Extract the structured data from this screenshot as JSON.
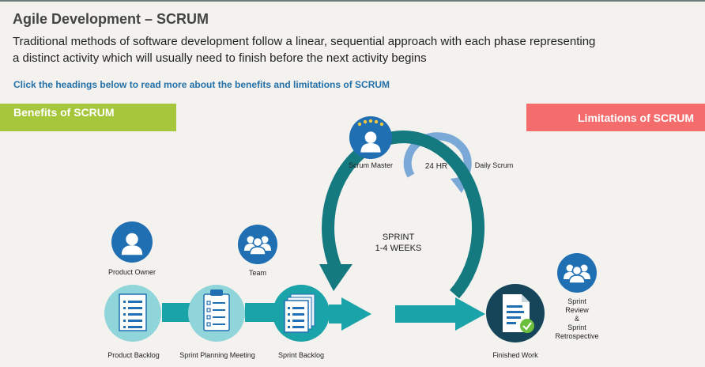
{
  "header": {
    "title": "Agile Development – SCRUM",
    "intro_line1": "Traditional methods of software development follow a linear, sequential approach with each phase representing",
    "intro_line2": "a distinct activity which will usually need to finish before the next activity begins",
    "hint": "Click the headings below to read more about the benefits and limitations of SCRUM"
  },
  "tabs": {
    "benefits": "Benefits of SCRUM",
    "limitations": "Limitations of SCRUM"
  },
  "diagram": {
    "scrum_master": "Scrum Master",
    "daily_hours": "24 HR",
    "daily_scrum": "Daily Scrum",
    "sprint_line1": "SPRINT",
    "sprint_line2": "1-4 WEEKS",
    "product_owner": "Product Owner",
    "team": "Team",
    "product_backlog": "Product Backlog",
    "sprint_planning": "Sprint Planning Meeting",
    "sprint_backlog": "Sprint Backlog",
    "finished_work": "Finished Work",
    "review_line1": "Sprint",
    "review_line2": "Review",
    "review_line3": "&",
    "review_line4": "Sprint",
    "review_line5": "Retrospective"
  },
  "colors": {
    "blue": "#1f6fb2",
    "teal_dark": "#157a7f",
    "teal": "#1aa3a8",
    "teal_light": "#8fd5d9",
    "light_blue": "#7aa9d8",
    "navy": "#16455a",
    "green": "#a6c63c",
    "red": "#f46c6c"
  },
  "icons": [
    "person-icon",
    "team-icon",
    "document-icon",
    "clipboard-icon",
    "checkmark-icon",
    "star-icon"
  ]
}
